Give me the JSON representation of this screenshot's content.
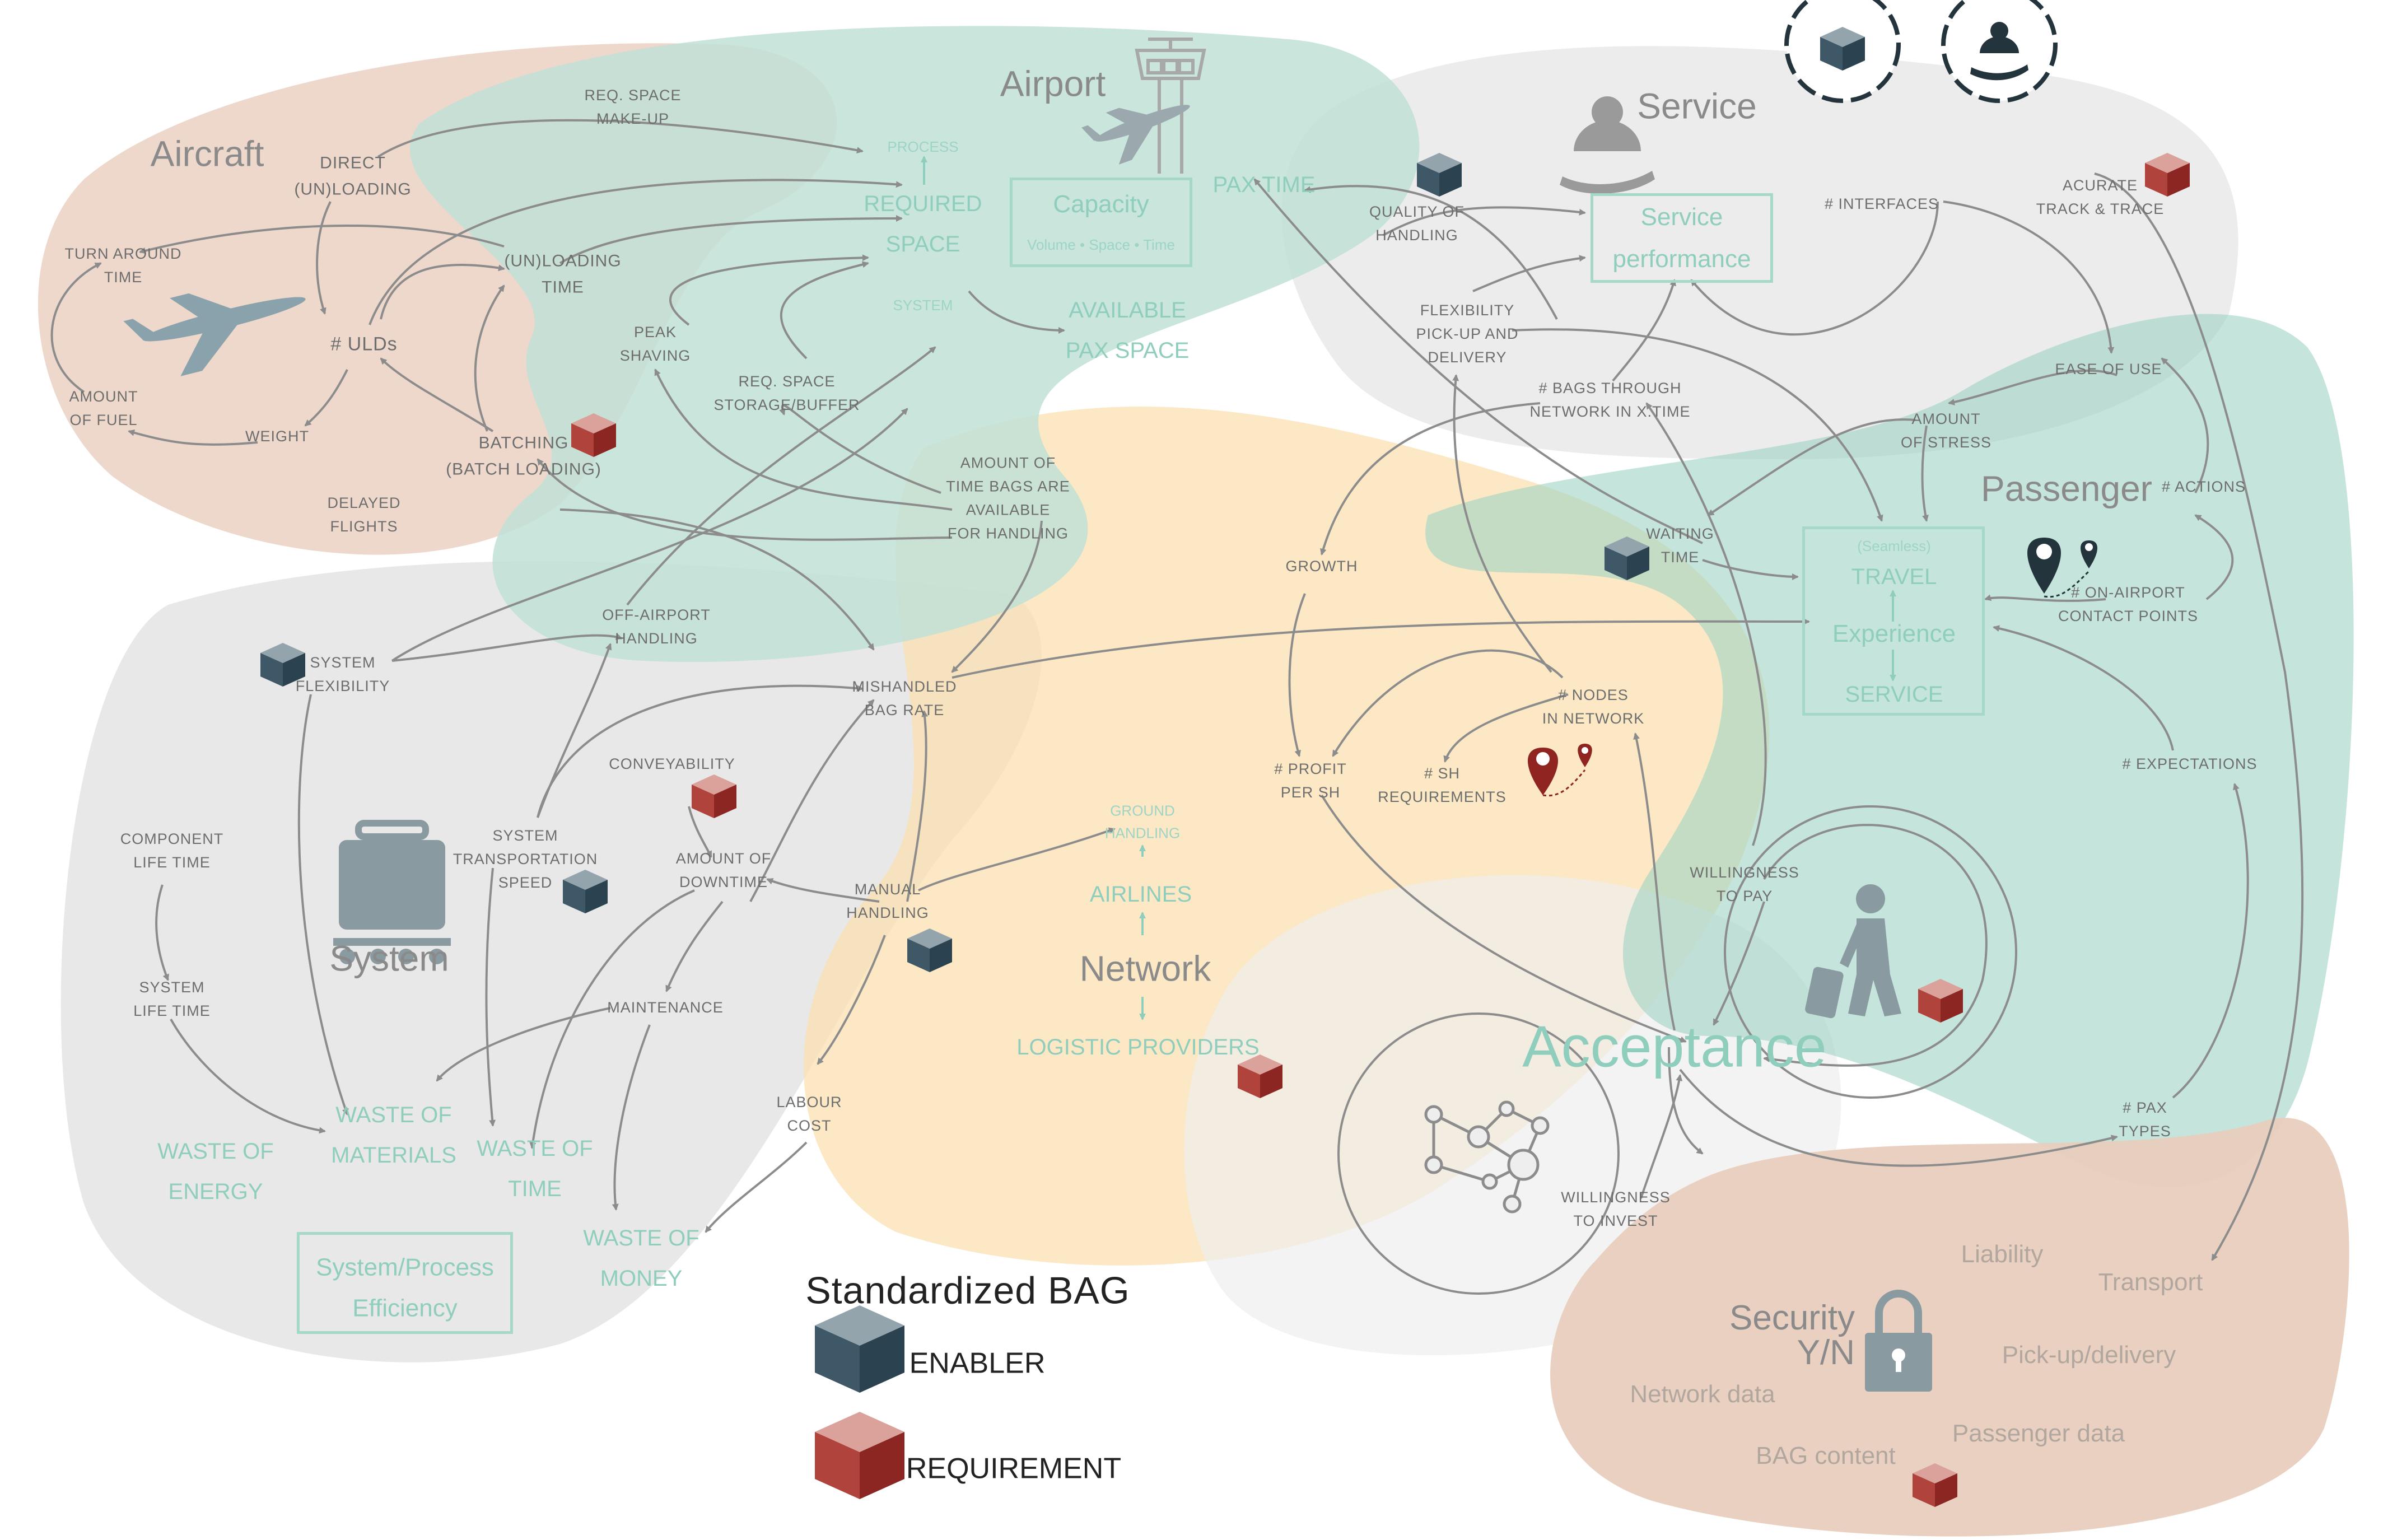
{
  "colors": {
    "aircraft_region": "#ecd6c8",
    "airport_region": "#bfe0d6",
    "service_region": "#eaeaea",
    "system_region": "#e6e6e6",
    "network_region": "#fbe0b0",
    "passenger_region": "#9fd3c4",
    "security_region": "#e8cdbd",
    "label_mint": "#8fcdbd",
    "label_gray": "#6d6d6d",
    "enabler_color": "#3f5868",
    "requirement_color": "#a6302a",
    "arrow_color": "#8c8c8c"
  },
  "icons": [
    "airplane-icon",
    "control-tower-icon",
    "service-hand-icon",
    "luggage-trolley-icon",
    "location-pin-icon",
    "network-graph-icon",
    "walking-traveller-icon",
    "padlock-icon",
    "gear-cube-icon",
    "gear-service-icon",
    "enabler-cube-icon",
    "requirement-cube-icon"
  ],
  "clusters": {
    "aircraft": "Aircraft",
    "airport": "Airport",
    "service": "Service",
    "system": "System",
    "passenger": "Passenger",
    "network": "Network",
    "acceptance": "Acceptance",
    "security": "Security\nY/N"
  },
  "nodes": {
    "req_space_makeup": "REQ. SPACE\nMAKE-UP",
    "direct_unloading": "DIRECT\n(UN)LOADING",
    "turn_around_time": "TURN AROUND\nTIME",
    "unloading_time": "(UN)LOADING\nTIME",
    "ulds": "# ULDs",
    "amount_of_fuel": "AMOUNT\nOF FUEL",
    "weight": "WEIGHT",
    "batching": "BATCHING\n(BATCH LOADING)",
    "delayed_flights": "DELAYED\nFLIGHTS",
    "process": "PROCESS",
    "required_space": "REQUIRED\nSPACE",
    "system_sub": "SYSTEM",
    "capacity": "Capacity",
    "capacity_sub": "Volume • Space • Time",
    "available_pax_space": "AVAILABLE\nPAX SPACE",
    "pax_time": "PAX TIME",
    "peak_shaving": "PEAK\nSHAVING",
    "req_space_storage": "REQ. SPACE\nSTORAGE/BUFFER",
    "amount_time_bags": "AMOUNT OF\nTIME BAGS ARE\nAVAILABLE\nFOR HANDLING",
    "off_airport_handling": "OFF-AIRPORT\nHANDLING",
    "quality_handling": "QUALITY OF\nHANDLING",
    "service_performance": "Service\nperformance",
    "interfaces": "# INTERFACES",
    "acurate_track": "ACURATE\nTRACK & TRACE",
    "flexibility_pickup": "FLEXIBILITY\nPICK-UP AND\nDELIVERY",
    "bags_through_network": "# BAGS THROUGH\nNETWORK IN X.TIME",
    "ease_of_use": "EASE OF USE",
    "amount_of_stress": "AMOUNT\nOF STRESS",
    "actions": "# ACTIONS",
    "waiting_time": "WAITING\nTIME",
    "seamless": "(Seamless)",
    "travel": "TRAVEL",
    "experience": "Experience",
    "service_sub": "SERVICE",
    "on_airport_contact": "# ON-AIRPORT\nCONTACT POINTS",
    "growth": "GROWTH",
    "nodes_in_network": "# NODES\nIN NETWORK",
    "profit_per_sh": "# PROFIT\nPER SH",
    "sh_requirements": "# SH\nREQUIREMENTS",
    "expectations": "# EXPECTATIONS",
    "willingness_to_pay": "WILLINGNESS\nTO PAY",
    "system_flexibility": "SYSTEM\nFLEXIBILITY",
    "mishandled_bag_rate": "MISHANDLED\nBAG RATE",
    "conveyability": "CONVEYABILITY",
    "component_life_time": "COMPONENT\nLIFE TIME",
    "system_transport_speed": "SYSTEM\nTRANSPORTATION\nSPEED",
    "amount_of_downtime": "AMOUNT OF\nDOWNTIME",
    "manual_handling": "MANUAL\nHANDLING",
    "ground_handling": "GROUND\nHANDLING",
    "airlines": "AIRLINES",
    "logistic_providers": "LOGISTIC PROVIDERS",
    "system_life_time": "SYSTEM\nLIFE TIME",
    "maintenance": "MAINTENANCE",
    "labour_cost": "LABOUR\nCOST",
    "waste_energy": "WASTE OF\nENERGY",
    "waste_materials": "WASTE OF\nMATERIALS",
    "waste_time": "WASTE OF\nTIME",
    "waste_money": "WASTE OF\nMONEY",
    "system_process_efficiency": "System/Process\nEfficiency",
    "willingness_to_invest": "WILLINGNESS\nTO INVEST",
    "pax_types": "# PAX\nTYPES",
    "liability": "Liability",
    "transport": "Transport",
    "pickup_delivery": "Pick-up/delivery",
    "network_data": "Network data",
    "passenger_data": "Passenger data",
    "bag_content": "BAG content"
  },
  "legend": {
    "title": "Standardized BAG",
    "enabler": "ENABLER",
    "requirement": "REQUIREMENT"
  }
}
